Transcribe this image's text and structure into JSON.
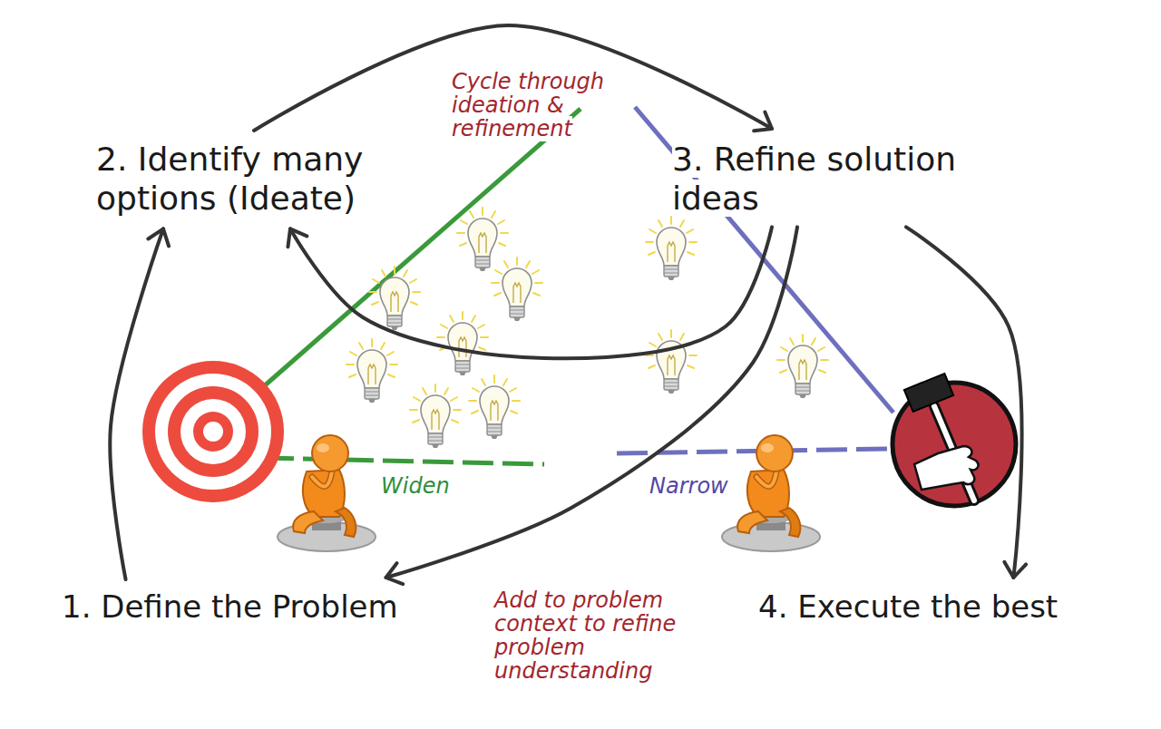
{
  "diagram": {
    "nodes": [
      {
        "text": [
          "1. Define the Problem"
        ]
      },
      {
        "text": [
          "2. Identify many options (Ideate)"
        ]
      },
      {
        "text": [
          "3. Refine solution ideas"
        ]
      },
      {
        "text": [
          "4. Execute the best"
        ]
      }
    ],
    "edges": [
      {
        "from": 0,
        "to": 1,
        "arrow": "to"
      },
      {
        "from": 1,
        "to": 2,
        "arrow": "to"
      },
      {
        "from": 2,
        "to": 1,
        "arrow": "to"
      },
      {
        "from": 2,
        "to": 0,
        "arrow": "to"
      },
      {
        "from": 2,
        "to": 3,
        "arrow": "to"
      }
    ],
    "labels": [
      "Cycle through ideation & refinement",
      "Widen",
      "Narrow",
      "Add to problem context to refine problem understanding"
    ]
  }
}
